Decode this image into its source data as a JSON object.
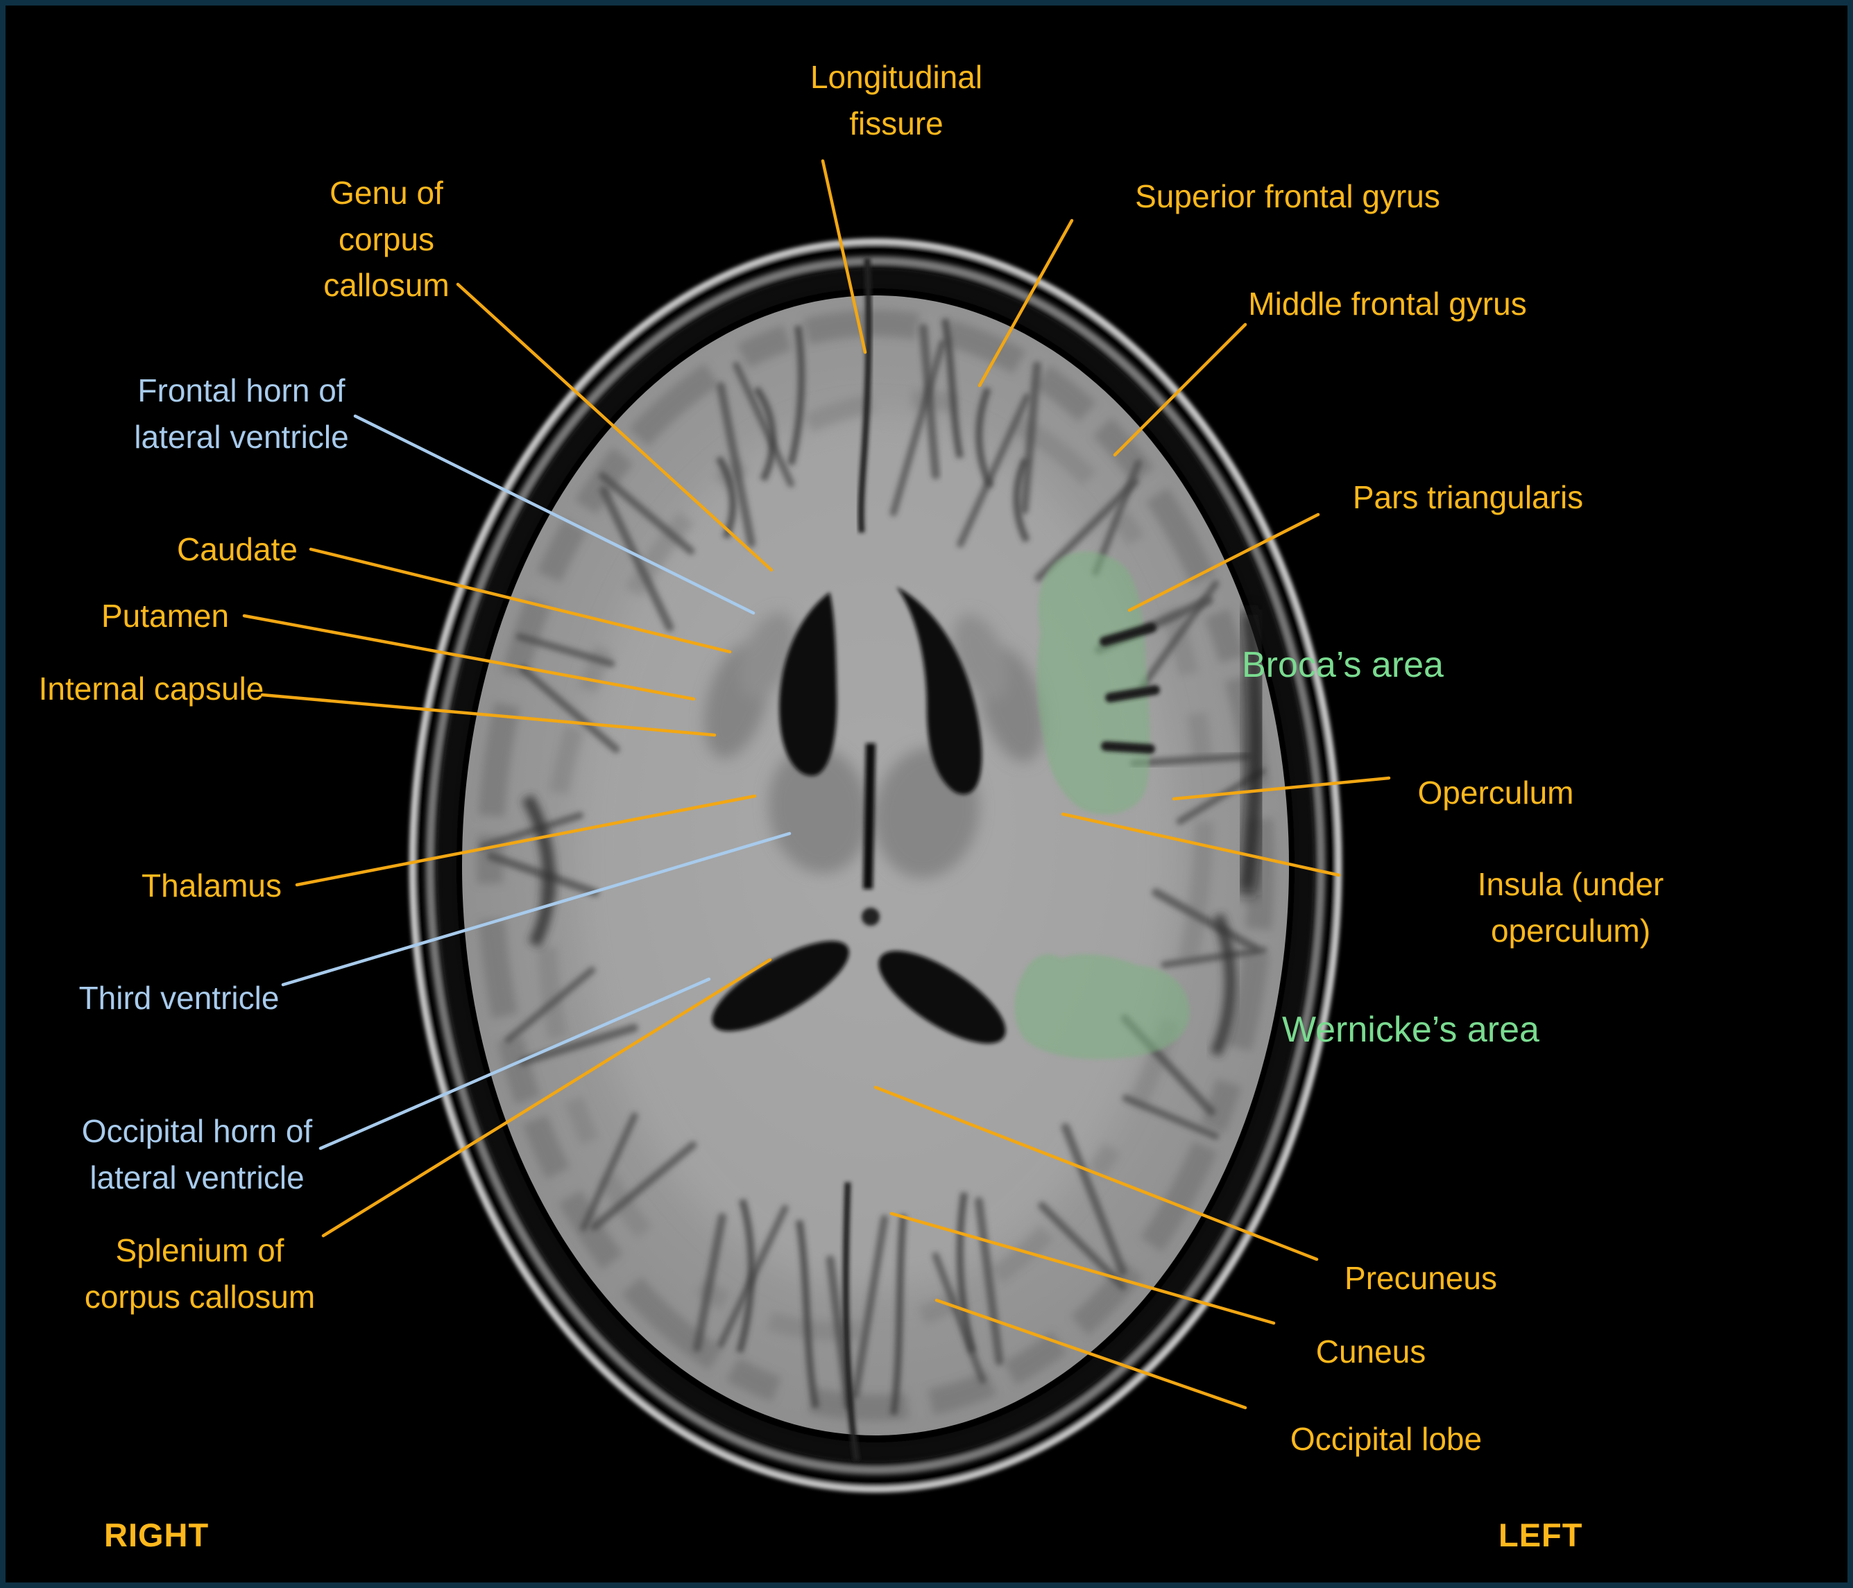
{
  "colors": {
    "background": "#000000",
    "frame": "#0E3143",
    "structure_label": "#FFB81C",
    "leader_structure": "#F2A713",
    "ventricle_label": "#A8CBEC",
    "functional_label": "#7ADB90",
    "highlight_fill": "#7FB183"
  },
  "orientation": {
    "right_marker": "RIGHT",
    "left_marker": "LEFT"
  },
  "labels": {
    "longitudinal_fissure": {
      "text": "Longitudinal\nfissure"
    },
    "genu_corpus_callosum": {
      "text": "Genu of\ncorpus\ncallosum"
    },
    "frontal_horn_lateral_ventricle": {
      "text": "Frontal horn of\nlateral ventricle"
    },
    "caudate": {
      "text": "Caudate"
    },
    "putamen": {
      "text": "Putamen"
    },
    "internal_capsule": {
      "text": "Internal capsule"
    },
    "thalamus": {
      "text": "Thalamus"
    },
    "third_ventricle": {
      "text": "Third ventricle"
    },
    "occipital_horn_lateral_ventricle": {
      "text": "Occipital horn of\nlateral ventricle"
    },
    "splenium_corpus_callosum": {
      "text": "Splenium of\ncorpus callosum"
    },
    "superior_frontal_gyrus": {
      "text": "Superior frontal gyrus"
    },
    "middle_frontal_gyrus": {
      "text": "Middle frontal gyrus"
    },
    "pars_triangularis": {
      "text": "Pars triangularis"
    },
    "brocas_area": {
      "text": "Broca’s area"
    },
    "operculum": {
      "text": "Operculum"
    },
    "insula": {
      "text": "Insula (under operculum)"
    },
    "wernickes_area": {
      "text": "Wernicke’s area"
    },
    "precuneus": {
      "text": "Precuneus"
    },
    "cuneus": {
      "text": "Cuneus"
    },
    "occipital_lobe": {
      "text": "Occipital lobe"
    }
  }
}
